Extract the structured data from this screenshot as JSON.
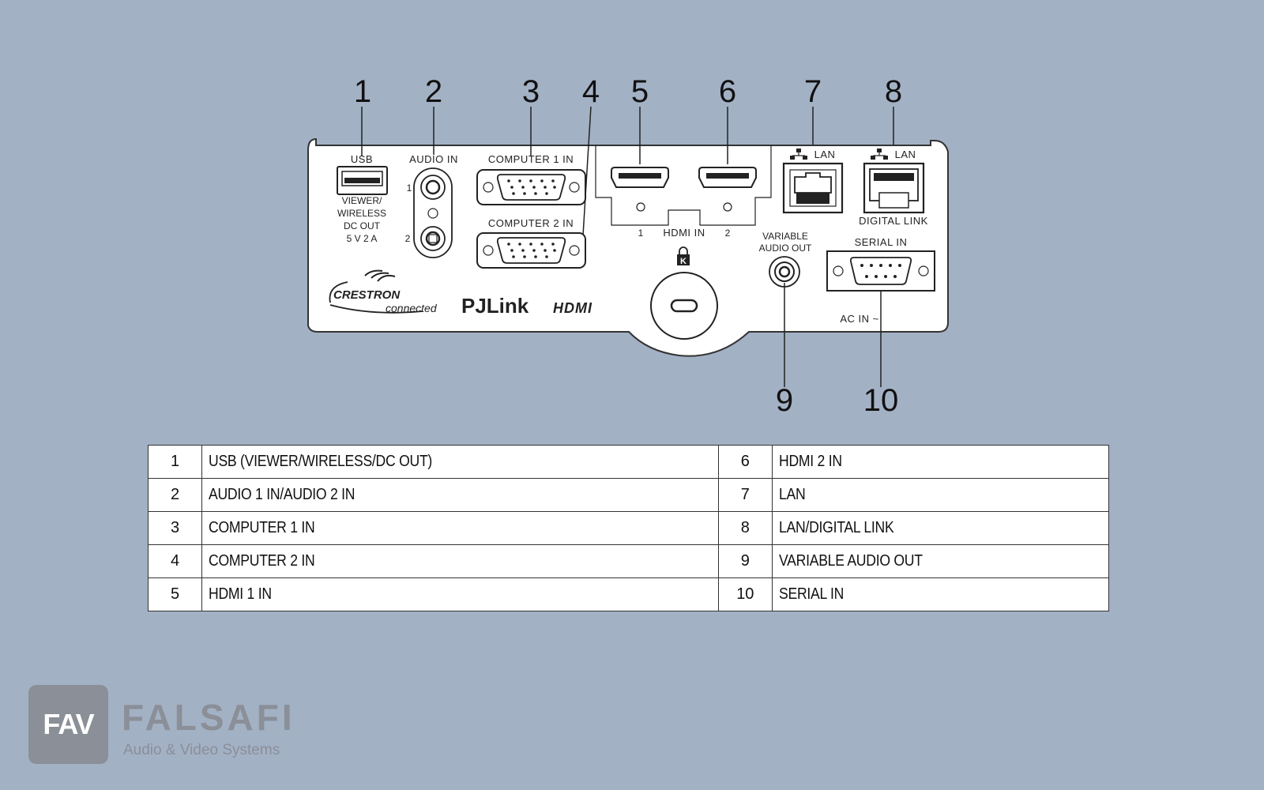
{
  "callouts": [
    "1",
    "2",
    "3",
    "4",
    "5",
    "6",
    "7",
    "8",
    "9",
    "10"
  ],
  "panel_labels": {
    "usb": "USB",
    "usb_sub": [
      "VIEWER/",
      "WIRELESS",
      "DC OUT",
      "5 V  2 A"
    ],
    "audio_in": "AUDIO IN",
    "audio_1": "1",
    "audio_2": "2",
    "computer1": "COMPUTER 1 IN",
    "computer2": "COMPUTER 2 IN",
    "hdmi_in": "HDMI IN",
    "hdmi_1": "1",
    "hdmi_2": "2",
    "lan": "LAN",
    "lan2": "LAN",
    "digital_link": "DIGITAL LINK",
    "variable_audio": [
      "VARIABLE",
      "AUDIO OUT"
    ],
    "serial_in": "SERIAL IN",
    "ac_in": "AC IN ~",
    "kensington": "K"
  },
  "logos": {
    "crestron": "CRESTRON",
    "crestron_sub": "connected",
    "pjlink": "PJLink",
    "hdmi": "HDMI"
  },
  "legend": [
    {
      "left_num": "1",
      "left_name": "USB (VIEWER/WIRELESS/DC OUT)",
      "right_num": "6",
      "right_name": "HDMI 2 IN"
    },
    {
      "left_num": "2",
      "left_name": "AUDIO 1 IN/AUDIO 2 IN",
      "right_num": "7",
      "right_name": "LAN"
    },
    {
      "left_num": "3",
      "left_name": "COMPUTER 1 IN",
      "right_num": "8",
      "right_name": "LAN/DIGITAL LINK"
    },
    {
      "left_num": "4",
      "left_name": "COMPUTER 2 IN",
      "right_num": "9",
      "right_name": "VARIABLE AUDIO OUT"
    },
    {
      "left_num": "5",
      "left_name": "HDMI 1 IN",
      "right_num": "10",
      "right_name": "SERIAL IN"
    }
  ],
  "brand": {
    "box_text": "FAV",
    "name": "FALSAFI",
    "tagline": "Audio & Video Systems"
  },
  "colors": {
    "background": "#a3b1c5",
    "panel": "#ffffff",
    "brand_gray": "#8a8f98"
  }
}
